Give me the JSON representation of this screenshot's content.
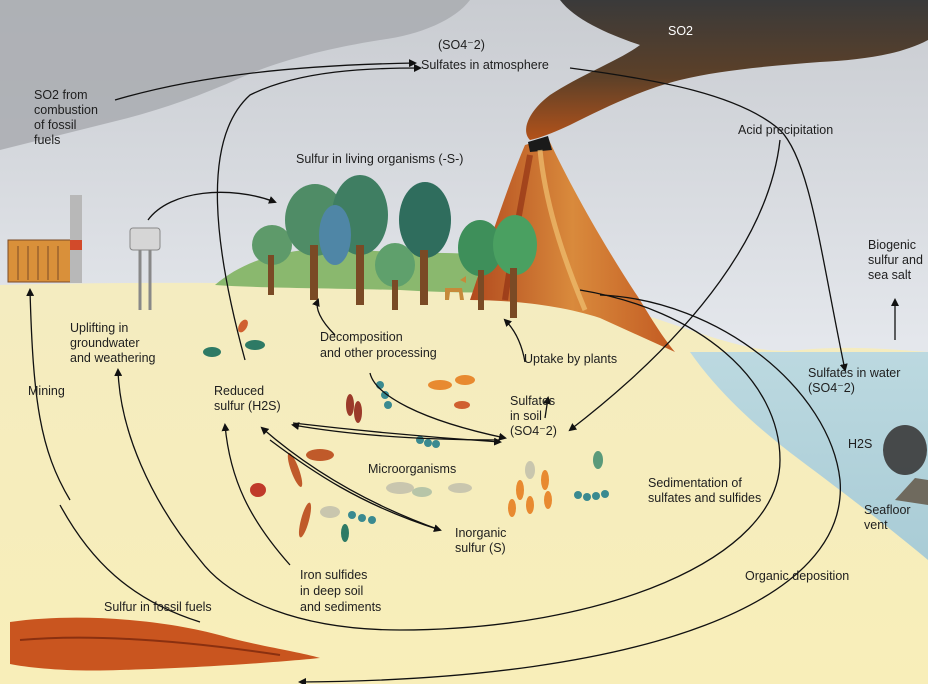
{
  "diagram": {
    "labels": {
      "so2_top": "SO2",
      "sulfate_formula_top": "(SO4⁻2)",
      "sulfates_atmosphere": "Sulfates in atmosphere",
      "so2_combustion_l1": "SO2 from",
      "so2_combustion_l2": "combustion",
      "so2_combustion_l3": "of fossil",
      "so2_combustion_l4": "fuels",
      "acid_precipitation": "Acid precipitation",
      "living_organisms": "Sulfur in living organisms (-S-)",
      "biogenic_l1": "Biogenic",
      "biogenic_l2": "sulfur and",
      "biogenic_l3": "sea salt",
      "uplifting_l1": "Uplifting in",
      "uplifting_l2": "groundwater",
      "uplifting_l3": "and weathering",
      "decomposition_l1": "Decomposition",
      "decomposition_l2": "and other processing",
      "uptake": "Uptake by plants",
      "sulfates_water_l1": "Sulfates in water",
      "sulfates_water_l2": "(SO4⁻2)",
      "mining": "Mining",
      "reduced_l1": "Reduced",
      "reduced_l2": "sulfur (H2S)",
      "sulfates_soil_l1": "Sulfates",
      "sulfates_soil_l2": "in soil",
      "sulfates_soil_l3": "(SO4⁻2)",
      "h2s_vent": "H2S",
      "microorganisms": "Microorganisms",
      "sedimentation_l1": "Sedimentation of",
      "sedimentation_l2": "sulfates and sulfides",
      "seafloor_l1": "Seafloor",
      "seafloor_l2": "vent",
      "inorganic_l1": "Inorganic",
      "inorganic_l2": "sulfur (S)",
      "iron_l1": "Iron sulfides",
      "iron_l2": "in deep soil",
      "iron_l3": "and sediments",
      "organic_deposition": "Organic deposition",
      "fossil_fuels": "Sulfur in fossil fuels"
    }
  }
}
